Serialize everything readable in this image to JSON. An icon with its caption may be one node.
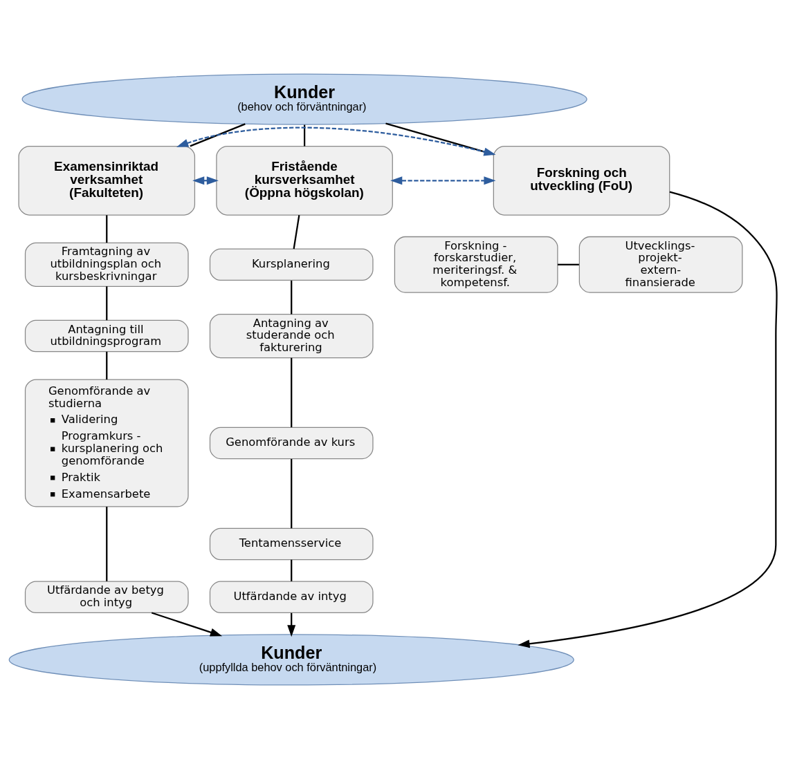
{
  "diagram": {
    "nodes": [
      {
        "text": [
          "Kunder",
          "(behov och förväntningar)"
        ]
      },
      {
        "text": [
          "Examensinriktad verksamhet (Fakulteten)"
        ]
      },
      {
        "text": [
          "Fristående kursverksamhet (Öppna högskolan)"
        ]
      },
      {
        "text": [
          "Forskning och utveckling (FoU)"
        ]
      },
      {
        "text": [
          "Framtagning av utbildningsplan och kursbeskrivningar"
        ]
      },
      {
        "text": [
          "Antagning till utbildningsprogram"
        ]
      },
      {
        "text": [
          "Genomförande av studierna",
          "Validering",
          "Programkurs - kursplanering och genomförande",
          "Praktik",
          "Examensarbete"
        ]
      },
      {
        "text": [
          "Utfärdande av betyg och intyg"
        ]
      },
      {
        "text": [
          "Kursplanering"
        ]
      },
      {
        "text": [
          "Antagning av studerande och fakturering"
        ]
      },
      {
        "text": [
          "Genomförande av kurs"
        ]
      },
      {
        "text": [
          "Tentamensservice"
        ]
      },
      {
        "text": [
          "Utfärdande av intyg"
        ]
      },
      {
        "text": [
          "Forskning - forskarstudier, meriteringsf. & kompetensf."
        ]
      },
      {
        "text": [
          "Utvecklings- projekt- extern- finansierade"
        ]
      },
      {
        "text": [
          "Kunder",
          "(uppfyllda behov och förväntningar)"
        ]
      }
    ],
    "edges": [
      {
        "from": 0,
        "to": 1,
        "arrow": "none"
      },
      {
        "from": 0,
        "to": 2,
        "arrow": "none"
      },
      {
        "from": 0,
        "to": 3,
        "arrow": "none"
      },
      {
        "from": 1,
        "to": 3,
        "arrow": "both",
        "style": "dashed",
        "color": "#2e5d9e"
      },
      {
        "from": 1,
        "to": 2,
        "arrow": "both",
        "style": "dashed",
        "color": "#2e5d9e"
      },
      {
        "from": 2,
        "to": 3,
        "arrow": "both",
        "style": "dashed",
        "color": "#2e5d9e"
      },
      {
        "from": 1,
        "to": 4,
        "arrow": "none"
      },
      {
        "from": 4,
        "to": 5,
        "arrow": "none"
      },
      {
        "from": 5,
        "to": 6,
        "arrow": "none"
      },
      {
        "from": 6,
        "to": 7,
        "arrow": "none"
      },
      {
        "from": 7,
        "to": 15,
        "arrow": "to"
      },
      {
        "from": 2,
        "to": 8,
        "arrow": "none"
      },
      {
        "from": 8,
        "to": 9,
        "arrow": "none"
      },
      {
        "from": 9,
        "to": 10,
        "arrow": "none"
      },
      {
        "from": 10,
        "to": 11,
        "arrow": "none"
      },
      {
        "from": 11,
        "to": 12,
        "arrow": "none"
      },
      {
        "from": 12,
        "to": 15,
        "arrow": "to"
      },
      {
        "from": 3,
        "to": 15,
        "arrow": "to"
      },
      {
        "from": 13,
        "to": 14,
        "arrow": "none"
      }
    ]
  }
}
